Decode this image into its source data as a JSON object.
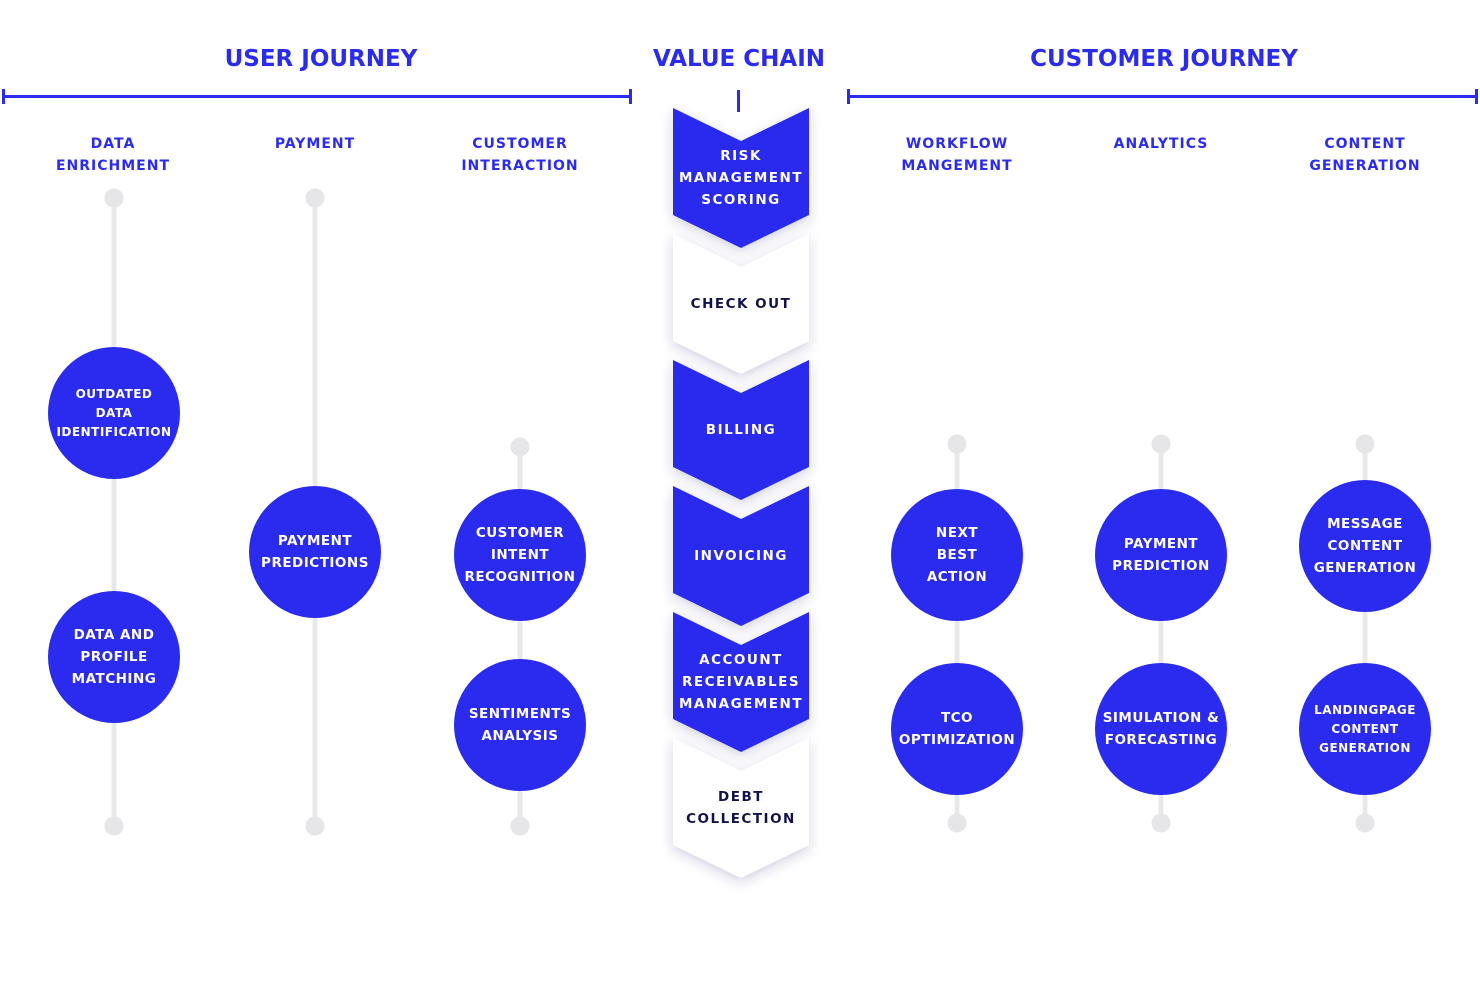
{
  "sections": {
    "user_journey": {
      "title": "USER JOURNEY"
    },
    "value_chain": {
      "title": "VALUE CHAIN"
    },
    "customer_journey": {
      "title": "CUSTOMER JOURNEY"
    }
  },
  "colors": {
    "accent": "#2b2bef",
    "dark_text": "#12124a",
    "track": "#e8e8ea",
    "white": "#ffffff"
  },
  "columns": [
    {
      "category": "DATA\nENRICHMENT",
      "nodes": [
        "OUTDATED\nDATA\nIDENTIFICATION",
        "DATA AND\nPROFILE\nMATCHING"
      ]
    },
    {
      "category": "PAYMENT",
      "nodes": [
        "PAYMENT\nPREDICTIONS"
      ]
    },
    {
      "category": "CUSTOMER\nINTERACTION",
      "nodes": [
        "CUSTOMER\nINTENT\nRECOGNITION",
        "SENTIMENTS\nANALYSIS"
      ]
    },
    {
      "category": "WORKFLOW\nMANGEMENT",
      "nodes": [
        "NEXT\nBEST\nACTION",
        "TCO\nOPTIMIZATION"
      ]
    },
    {
      "category": "ANALYTICS",
      "nodes": [
        "PAYMENT\nPREDICTION",
        "SIMULATION &\nFORECASTING"
      ]
    },
    {
      "category": "CONTENT\nGENERATION",
      "nodes": [
        "MESSAGE\nCONTENT\nGENERATION",
        "LANDINGPAGE\nCONTENT\nGENERATION"
      ]
    }
  ],
  "value_chain_steps": [
    {
      "label": "RISK\nMANAGEMENT\nSCORING",
      "style": "filled"
    },
    {
      "label": "CHECK OUT",
      "style": "outline"
    },
    {
      "label": "BILLING",
      "style": "filled"
    },
    {
      "label": "INVOICING",
      "style": "filled"
    },
    {
      "label": "ACCOUNT\nRECEIVABLES\nMANAGEMENT",
      "style": "filled"
    },
    {
      "label": "DEBT\nCOLLECTION",
      "style": "outline"
    }
  ]
}
